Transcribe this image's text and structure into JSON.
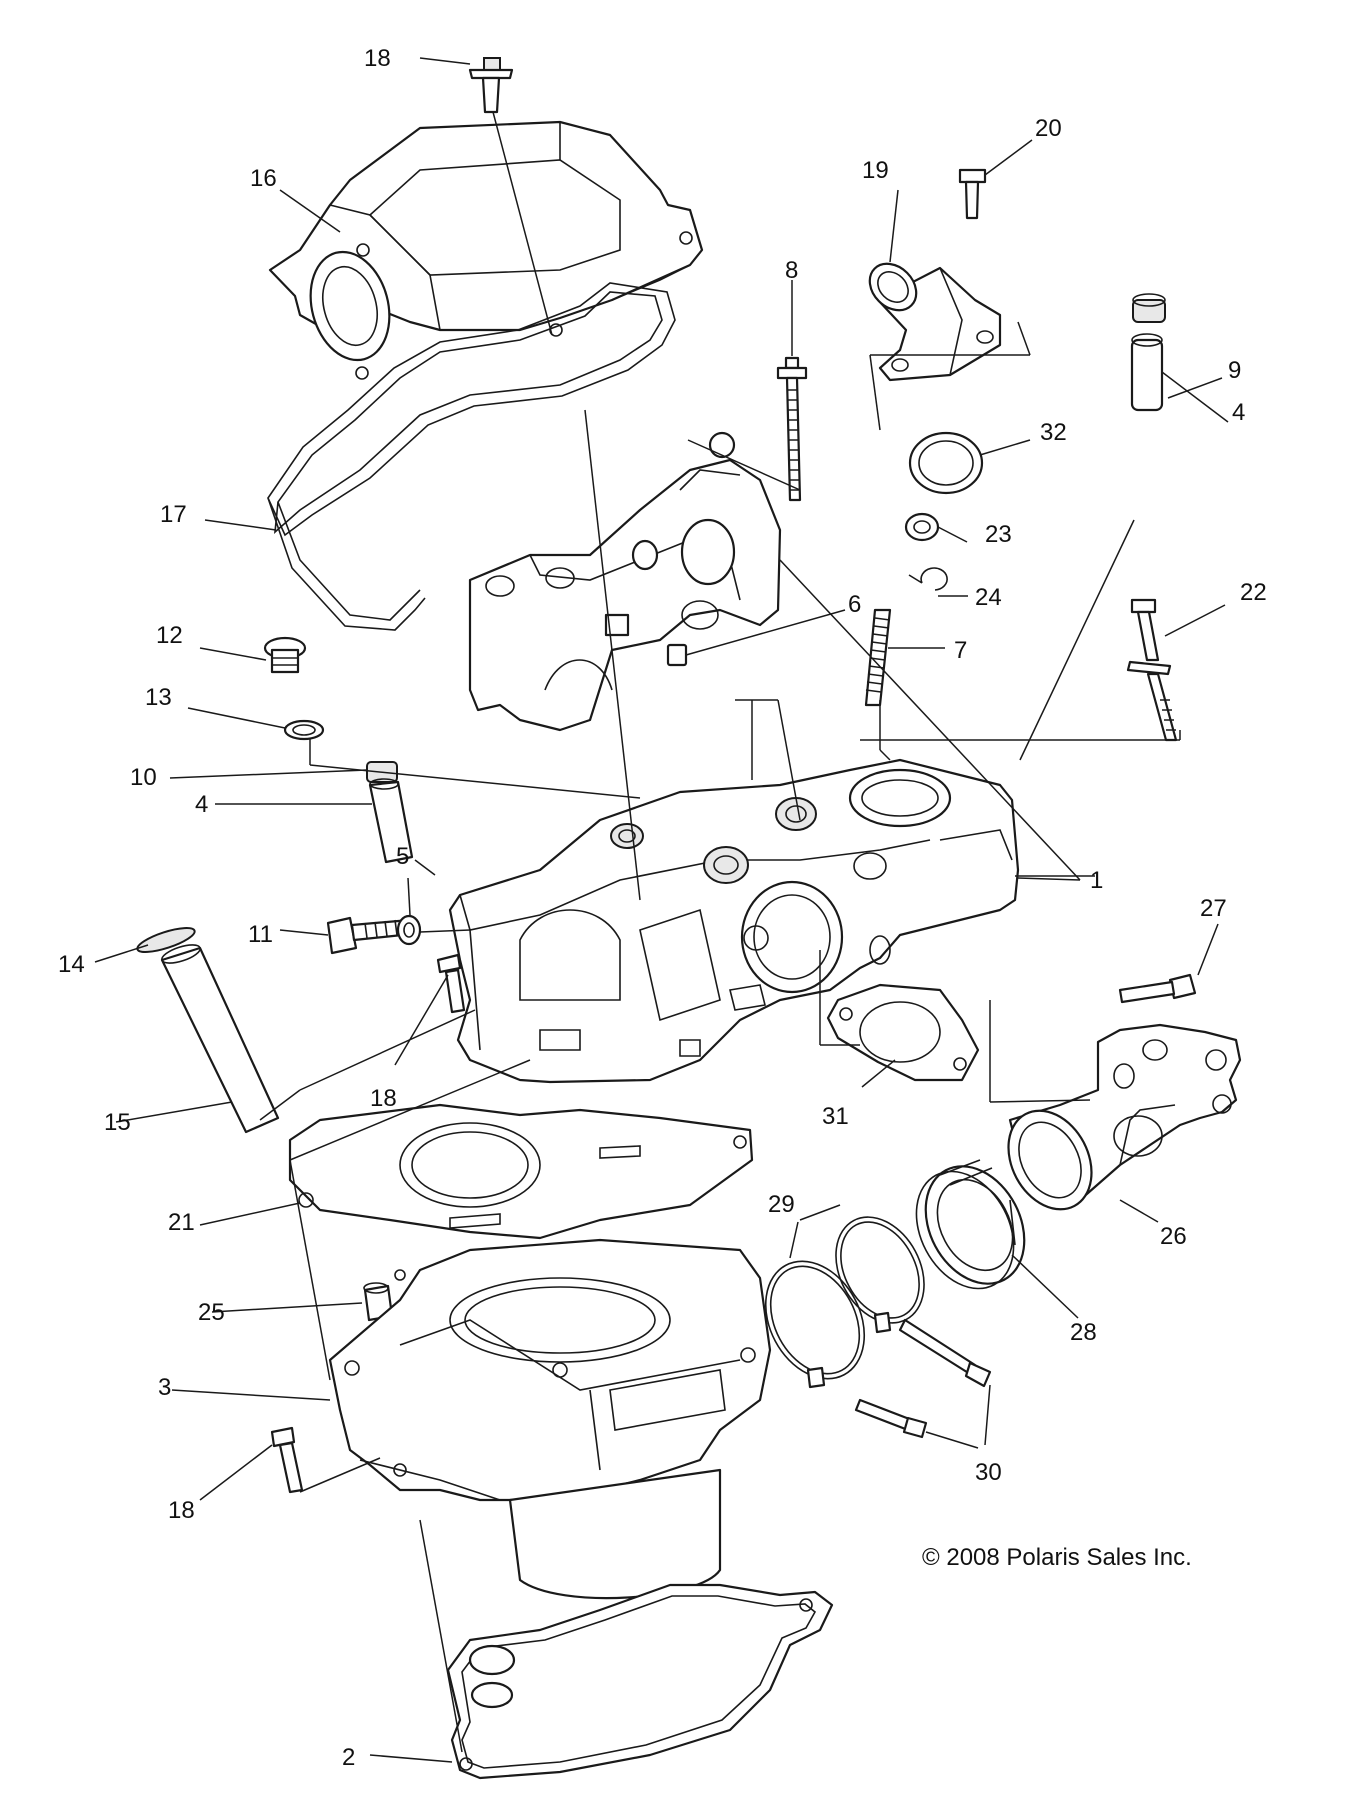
{
  "diagram": {
    "type": "exploded-parts-view",
    "copyright": "© 2008 Polaris Sales Inc.",
    "callouts": [
      {
        "id": "c18a",
        "label": "18"
      },
      {
        "id": "c16",
        "label": "16"
      },
      {
        "id": "c20",
        "label": "20"
      },
      {
        "id": "c19",
        "label": "19"
      },
      {
        "id": "c8",
        "label": "8"
      },
      {
        "id": "c9",
        "label": "9"
      },
      {
        "id": "c32",
        "label": "32"
      },
      {
        "id": "c4a",
        "label": "4"
      },
      {
        "id": "c17",
        "label": "17"
      },
      {
        "id": "c23",
        "label": "23"
      },
      {
        "id": "c24",
        "label": "24"
      },
      {
        "id": "c6",
        "label": "6"
      },
      {
        "id": "c22",
        "label": "22"
      },
      {
        "id": "c7",
        "label": "7"
      },
      {
        "id": "c12",
        "label": "12"
      },
      {
        "id": "c13",
        "label": "13"
      },
      {
        "id": "c10",
        "label": "10"
      },
      {
        "id": "c4b",
        "label": "4"
      },
      {
        "id": "c1",
        "label": "1"
      },
      {
        "id": "c5",
        "label": "5"
      },
      {
        "id": "c27",
        "label": "27"
      },
      {
        "id": "c11",
        "label": "11"
      },
      {
        "id": "c14",
        "label": "14"
      },
      {
        "id": "c18b",
        "label": "18"
      },
      {
        "id": "c31",
        "label": "31"
      },
      {
        "id": "c15",
        "label": "15"
      },
      {
        "id": "c29",
        "label": "29"
      },
      {
        "id": "c21",
        "label": "21"
      },
      {
        "id": "c26",
        "label": "26"
      },
      {
        "id": "c25",
        "label": "25"
      },
      {
        "id": "c28",
        "label": "28"
      },
      {
        "id": "c3",
        "label": "3"
      },
      {
        "id": "c30",
        "label": "30"
      },
      {
        "id": "c18c",
        "label": "18"
      },
      {
        "id": "c2",
        "label": "2"
      }
    ]
  }
}
